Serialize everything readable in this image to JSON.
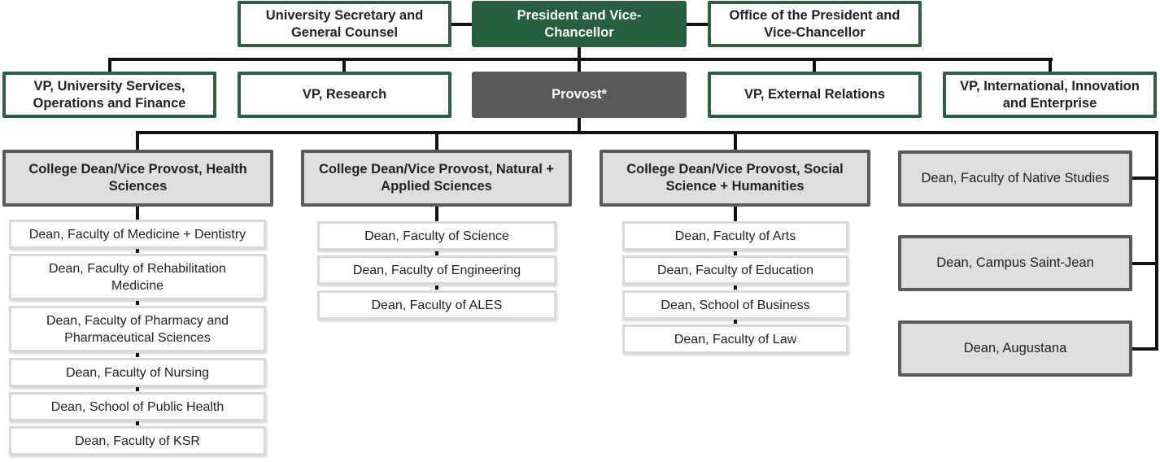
{
  "title": "University Organizational Chart",
  "top_row": {
    "left": "University Secretary and General Counsel",
    "center": "President and Vice-Chancellor",
    "right": "Office of the President and Vice-Chancellor"
  },
  "vp_row": [
    "VP, University Services, Operations and Finance",
    "VP, Research",
    "Provost*",
    "VP, External Relations",
    "VP, International, Innovation and Enterprise"
  ],
  "colleges": [
    {
      "title": "College Dean/Vice Provost, Health Sciences",
      "deans": [
        "Dean, Faculty of Medicine + Dentistry",
        "Dean, Faculty of Rehabilitation Medicine",
        "Dean, Faculty of Pharmacy and Pharmaceutical Sciences",
        "Dean, Faculty of Nursing",
        "Dean, School of Public Health",
        "Dean, Faculty of KSR"
      ]
    },
    {
      "title": "College Dean/Vice Provost, Natural + Applied Sciences",
      "deans": [
        "Dean, Faculty of Science",
        "Dean, Faculty of Engineering",
        "Dean, Faculty of ALES"
      ]
    },
    {
      "title": "College Dean/Vice Provost, Social Science + Humanities",
      "deans": [
        "Dean, Faculty of Arts",
        "Dean, Faculty of Education",
        "Dean, School of Business",
        "Dean, Faculty of Law"
      ]
    }
  ],
  "independent_deans": [
    "Dean, Faculty of Native Studies",
    "Dean, Campus Saint-Jean",
    "Dean, Augustana"
  ],
  "colors": {
    "green": "#275e3f",
    "provost_gray": "#595959",
    "college_fill": "#dedede"
  }
}
